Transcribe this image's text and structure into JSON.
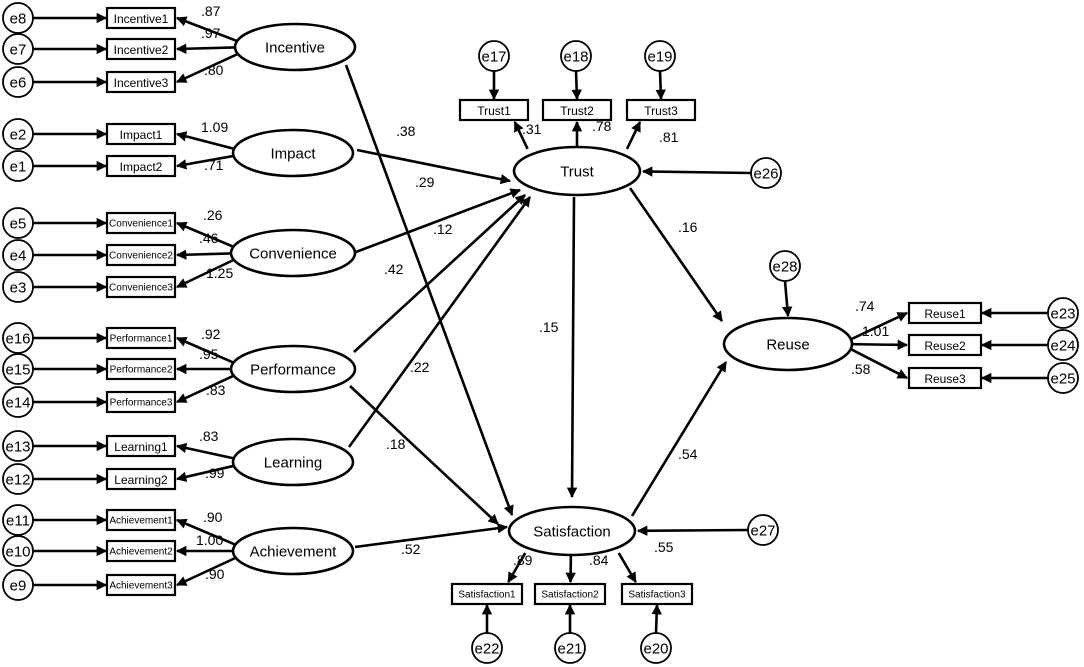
{
  "latent_variables": [
    {
      "id": "incentive",
      "label": "Incentive"
    },
    {
      "id": "impact",
      "label": "Impact"
    },
    {
      "id": "convenience",
      "label": "Convenience"
    },
    {
      "id": "performance",
      "label": "Performance"
    },
    {
      "id": "learning",
      "label": "Learning"
    },
    {
      "id": "achievement",
      "label": "Achievement"
    },
    {
      "id": "trust",
      "label": "Trust"
    },
    {
      "id": "satisfaction",
      "label": "Satisfaction"
    },
    {
      "id": "reuse",
      "label": "Reuse"
    }
  ],
  "indicators": [
    {
      "id": "incentive1",
      "label": "Incentive1",
      "error": "e8",
      "factor": "incentive",
      "loading": ".87"
    },
    {
      "id": "incentive2",
      "label": "Incentive2",
      "error": "e7",
      "factor": "incentive",
      "loading": ".97"
    },
    {
      "id": "incentive3",
      "label": "Incentive3",
      "error": "e6",
      "factor": "incentive",
      "loading": ".80"
    },
    {
      "id": "impact1",
      "label": "Impact1",
      "error": "e2",
      "factor": "impact",
      "loading": "1.09"
    },
    {
      "id": "impact2",
      "label": "Impact2",
      "error": "e1",
      "factor": "impact",
      "loading": ".71"
    },
    {
      "id": "convenience1",
      "label": "Convenience1",
      "error": "e5",
      "factor": "convenience",
      "loading": ".26"
    },
    {
      "id": "convenience2",
      "label": "Convenience2",
      "error": "e4",
      "factor": "convenience",
      "loading": ".46"
    },
    {
      "id": "convenience3",
      "label": "Convenience3",
      "error": "e3",
      "factor": "convenience",
      "loading": "1.25"
    },
    {
      "id": "performance1",
      "label": "Performance1",
      "error": "e16",
      "factor": "performance",
      "loading": ".92"
    },
    {
      "id": "performance2",
      "label": "Performance2",
      "error": "e15",
      "factor": "performance",
      "loading": ".95"
    },
    {
      "id": "performance3",
      "label": "Performance3",
      "error": "e14",
      "factor": "performance",
      "loading": ".83"
    },
    {
      "id": "learning1",
      "label": "Learning1",
      "error": "e13",
      "factor": "learning",
      "loading": ".83"
    },
    {
      "id": "learning2",
      "label": "Learning2",
      "error": "e12",
      "factor": "learning",
      "loading": ".99"
    },
    {
      "id": "achievement1",
      "label": "Achievement1",
      "error": "e11",
      "factor": "achievement",
      "loading": ".90"
    },
    {
      "id": "achievement2",
      "label": "Achievement2",
      "error": "e10",
      "factor": "achievement",
      "loading": "1.00"
    },
    {
      "id": "achievement3",
      "label": "Achievement3",
      "error": "e9",
      "factor": "achievement",
      "loading": ".90"
    },
    {
      "id": "trust1",
      "label": "Trust1",
      "error": "e17",
      "factor": "trust",
      "loading": ".31"
    },
    {
      "id": "trust2",
      "label": "Trust2",
      "error": "e18",
      "factor": "trust",
      "loading": ".78"
    },
    {
      "id": "trust3",
      "label": "Trust3",
      "error": "e19",
      "factor": "trust",
      "loading": ".81"
    },
    {
      "id": "satisfaction1",
      "label": "Satisfaction1",
      "error": "e22",
      "factor": "satisfaction",
      "loading": ".89"
    },
    {
      "id": "satisfaction2",
      "label": "Satisfaction2",
      "error": "e21",
      "factor": "satisfaction",
      "loading": ".84"
    },
    {
      "id": "satisfaction3",
      "label": "Satisfaction3",
      "error": "e20",
      "factor": "satisfaction",
      "loading": ".55"
    },
    {
      "id": "reuse1",
      "label": "Reuse1",
      "error": "e23",
      "factor": "reuse",
      "loading": ".74"
    },
    {
      "id": "reuse2",
      "label": "Reuse2",
      "error": "e24",
      "factor": "reuse",
      "loading": "1.01"
    },
    {
      "id": "reuse3",
      "label": "Reuse3",
      "error": "e25",
      "factor": "reuse",
      "loading": ".58"
    }
  ],
  "disturbances": [
    {
      "id": "e26",
      "label": "e26",
      "target": "trust"
    },
    {
      "id": "e27",
      "label": "e27",
      "target": "satisfaction"
    },
    {
      "id": "e28",
      "label": "e28",
      "target": "reuse"
    }
  ],
  "structural_paths": [
    {
      "id": "incentive-satisfaction",
      "from": "incentive",
      "to": "satisfaction",
      "coefficient": ".38"
    },
    {
      "id": "impact-trust",
      "from": "impact",
      "to": "trust",
      "coefficient": ".29"
    },
    {
      "id": "convenience-trust",
      "from": "convenience",
      "to": "trust",
      "coefficient": ".12"
    },
    {
      "id": "performance-trust",
      "from": "performance",
      "to": "trust",
      "coefficient": ".42"
    },
    {
      "id": "learning-trust",
      "from": "learning",
      "to": "trust",
      "coefficient": ".22"
    },
    {
      "id": "performance-satisfaction",
      "from": "performance",
      "to": "satisfaction",
      "coefficient": ".18"
    },
    {
      "id": "achievement-satisfaction",
      "from": "achievement",
      "to": "satisfaction",
      "coefficient": ".52"
    },
    {
      "id": "trust-satisfaction",
      "from": "trust",
      "to": "satisfaction",
      "coefficient": ".15"
    },
    {
      "id": "trust-reuse",
      "from": "trust",
      "to": "reuse",
      "coefficient": ".16"
    },
    {
      "id": "satisfaction-reuse",
      "from": "satisfaction",
      "to": "reuse",
      "coefficient": ".54"
    }
  ]
}
